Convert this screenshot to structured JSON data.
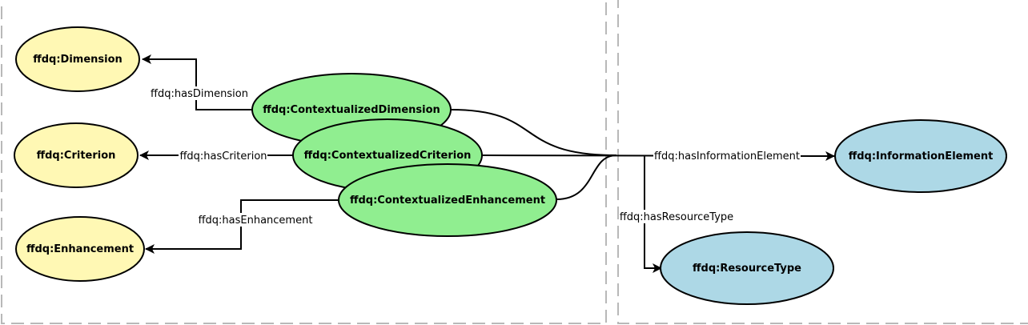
{
  "nodes": {
    "dimension": {
      "label": "ffdq:Dimension",
      "fill": "#fff8b4"
    },
    "criterion": {
      "label": "ffdq:Criterion",
      "fill": "#fff8b4"
    },
    "enhancement": {
      "label": "ffdq:Enhancement",
      "fill": "#fff8b4"
    },
    "contextualized_dimension": {
      "label": "ffdq:ContextualizedDimension",
      "fill": "#90ee90"
    },
    "contextualized_criterion": {
      "label": "ffdq:ContextualizedCriterion",
      "fill": "#90ee90"
    },
    "contextualized_enhancement": {
      "label": "ffdq:ContextualizedEnhancement",
      "fill": "#90ee90"
    },
    "information_element": {
      "label": "ffdq:InformationElement",
      "fill": "#add8e6"
    },
    "resource_type": {
      "label": "ffdq:ResourceType",
      "fill": "#add8e6"
    }
  },
  "edges": {
    "has_dimension": "ffdq:hasDimension",
    "has_criterion": "ffdq:hasCriterion",
    "has_enhancement": "ffdq:hasEnhancement",
    "has_information_element": "ffdq:hasInformationElement",
    "has_resource_type": "ffdq:hasResourceType"
  },
  "colors": {
    "line": "#000000",
    "frame": "#b8b8b8"
  }
}
